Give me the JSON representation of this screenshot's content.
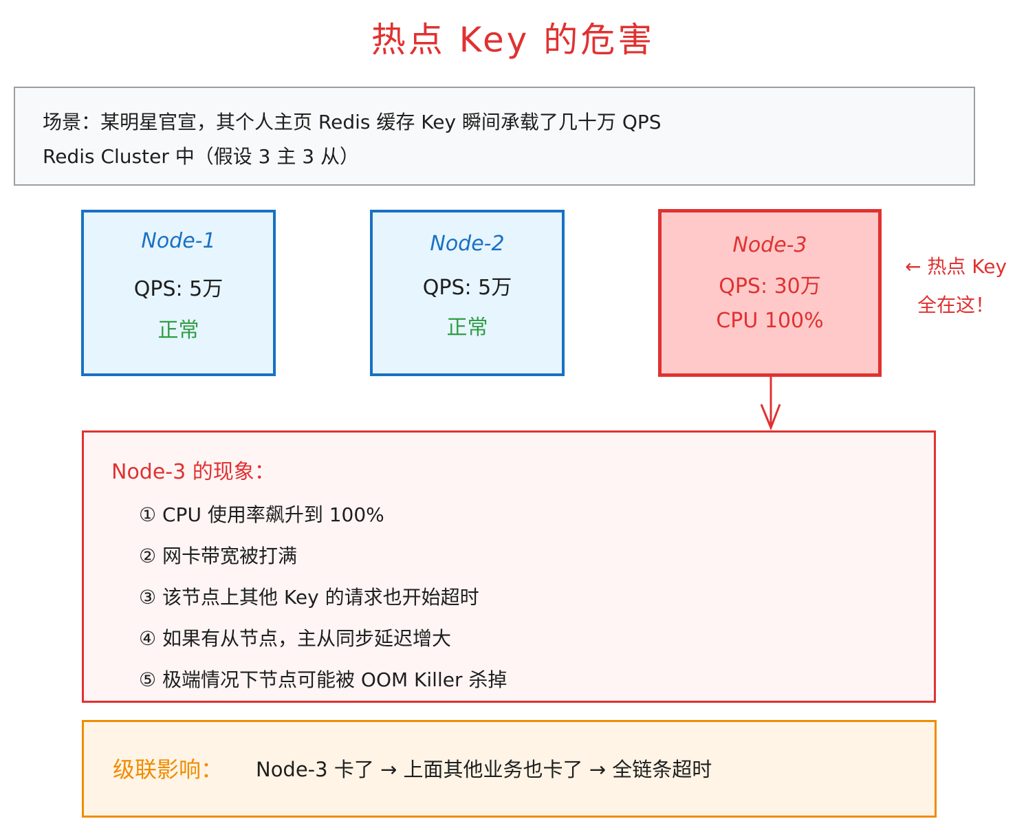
{
  "title": "热点 Key 的危害",
  "scene": {
    "line1": "场景：某明星官宣，其个人主页 Redis 缓存 Key 瞬间承载了几十万 QPS",
    "line2": "Redis Cluster 中（假设 3 主 3 从）"
  },
  "nodes": [
    {
      "name": "Node-1",
      "qps": "QPS: 5万",
      "status": "正常"
    },
    {
      "name": "Node-2",
      "qps": "QPS: 5万",
      "status": "正常"
    },
    {
      "name": "Node-3",
      "qps": "QPS: 30万",
      "status": "CPU 100%"
    }
  ],
  "annotation": {
    "line1": "← 热点 Key",
    "line2": "全在这！"
  },
  "phenomena": {
    "heading": "Node-3 的现象：",
    "items": [
      "① CPU 使用率飙升到 100%",
      "② 网卡带宽被打满",
      "③ 该节点上其他 Key 的请求也开始超时",
      "④ 如果有从节点，主从同步延迟增大",
      "⑤ 极端情况下节点可能被 OOM Killer 杀掉"
    ]
  },
  "cascade": {
    "label": "级联影响：",
    "text": "Node-3 卡了 → 上面其他业务也卡了 → 全链条超时"
  },
  "colors": {
    "red": "#e03131",
    "blue": "#1971c2",
    "green": "#2f9e44",
    "orange": "#f08c00"
  }
}
